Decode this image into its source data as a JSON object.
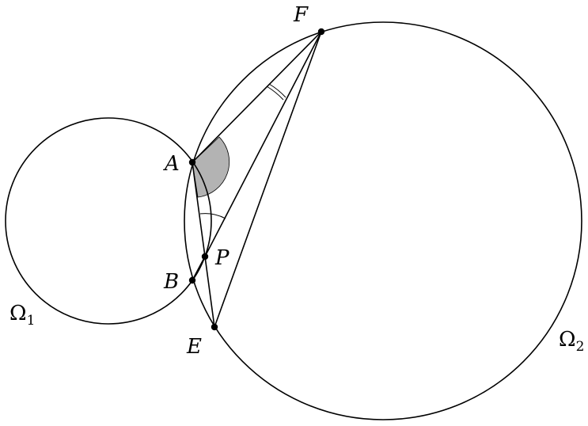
{
  "diagram": {
    "circles": {
      "omega1": {
        "label": "Ω",
        "subscript": "1"
      },
      "omega2": {
        "label": "Ω",
        "subscript": "2"
      }
    },
    "points": {
      "A": "A",
      "B": "B",
      "E": "E",
      "F": "F",
      "P": "P"
    },
    "shaded_color": "#b3b3b3",
    "stroke_color": "#000000"
  }
}
